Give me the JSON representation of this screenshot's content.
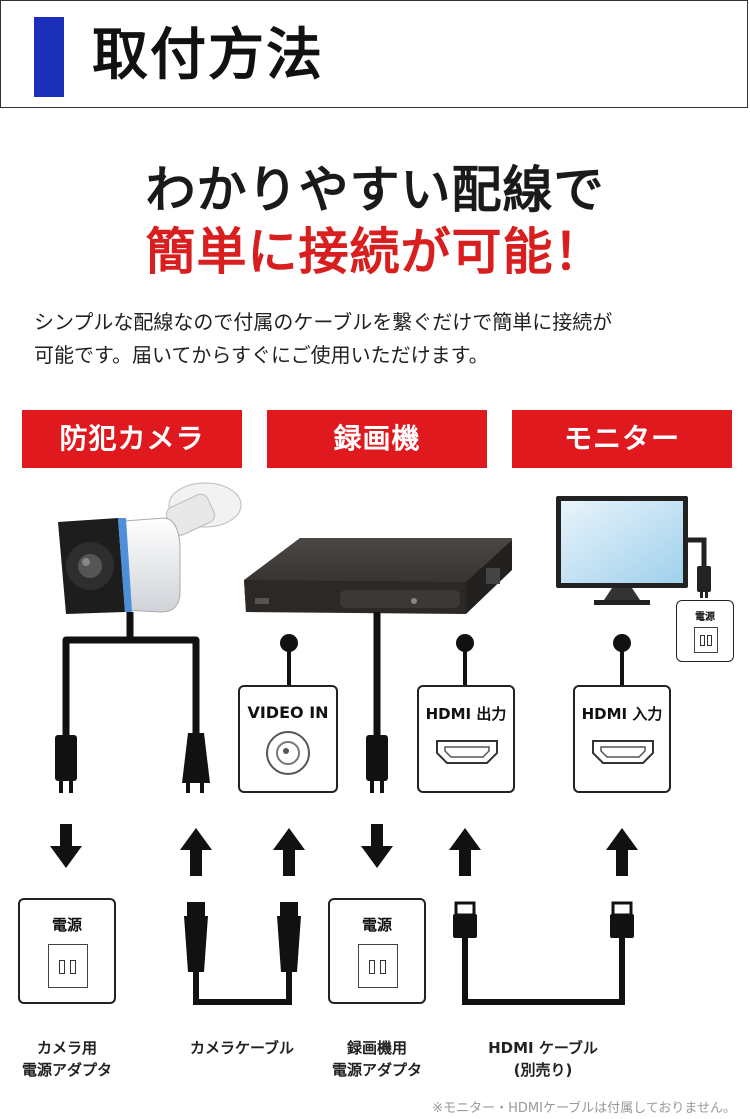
{
  "header": {
    "title": "取付方法"
  },
  "headline": {
    "line1": "わかりやすい配線で",
    "line2": "簡単に接続が可能！"
  },
  "description": {
    "line1": "シンプルな配線なので付属のケーブルを繋ぐだけで簡単に接続が",
    "line2": "可能です。届いてからすぐにご使用いただけます。"
  },
  "devices": {
    "camera": "防犯カメラ",
    "recorder": "録画機",
    "monitor": "モニター"
  },
  "ports": {
    "video_in": "VIDEO IN",
    "hdmi_out": "HDMI 出力",
    "hdmi_in": "HDMI 入力"
  },
  "outlets": {
    "label": "電源"
  },
  "captions": {
    "camera_adapter_1": "カメラ用",
    "camera_adapter_2": "電源アダプタ",
    "camera_cable": "カメラケーブル",
    "recorder_adapter_1": "録画機用",
    "recorder_adapter_2": "電源アダプタ",
    "hdmi_cable_1": "HDMI ケーブル",
    "hdmi_cable_2": "(別売り)"
  },
  "footnote": "※モニター・HDMIケーブルは付属しておりません。",
  "colors": {
    "accent_red": "#e0191f",
    "header_bar_blue": "#1c2fb8"
  }
}
